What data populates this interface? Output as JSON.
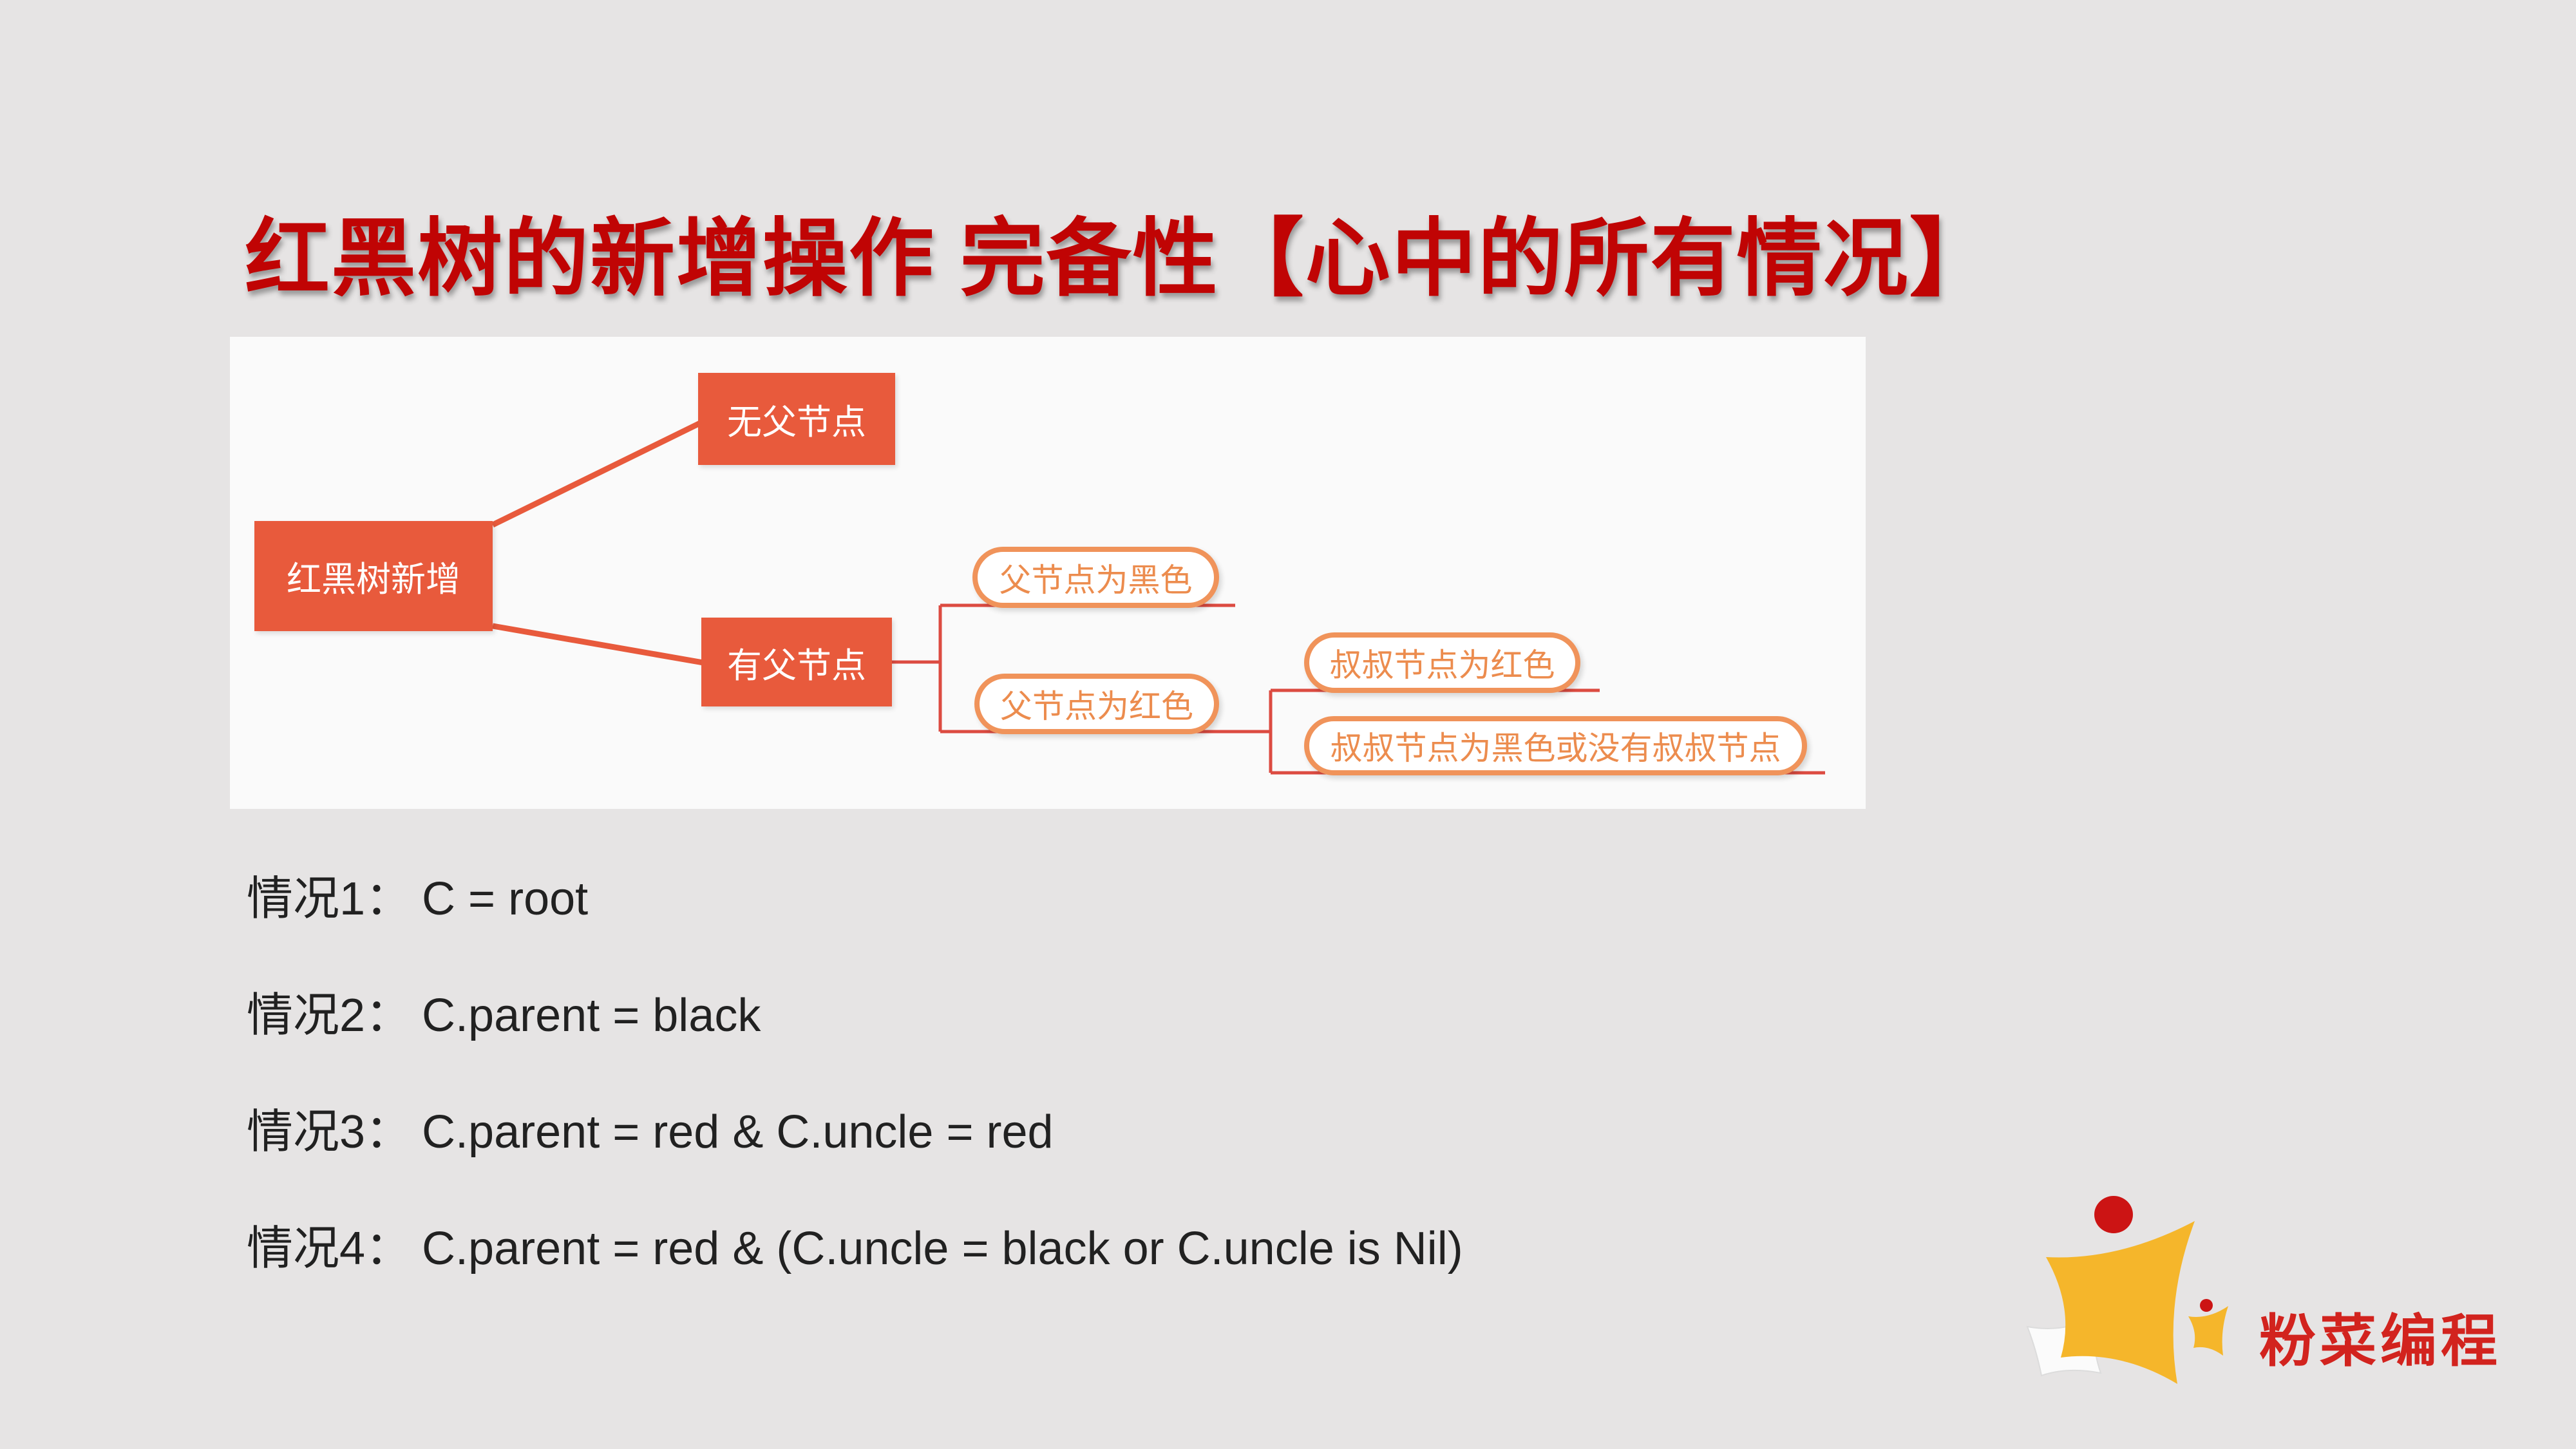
{
  "slide": {
    "title": "红黑树的新增操作 完备性【心中的所有情况】"
  },
  "diagram": {
    "root": {
      "label": "红黑树新增"
    },
    "level1": [
      {
        "label": "无父节点"
      },
      {
        "label": "有父节点"
      }
    ],
    "level2": [
      {
        "label": "父节点为黑色"
      },
      {
        "label": "父节点为红色"
      }
    ],
    "level3": [
      {
        "label": "叔叔节点为红色"
      },
      {
        "label": "叔叔节点为黑色或没有叔叔节点"
      }
    ]
  },
  "cases": [
    {
      "prefix": "情况1：",
      "formula": "C = root"
    },
    {
      "prefix": "情况2：",
      "formula": "C.parent = black"
    },
    {
      "prefix": "情况3：",
      "formula": "C.parent = red & C.uncle = red"
    },
    {
      "prefix": "情况4：",
      "formula": "C.parent = red & (C.uncle = black or C.uncle is Nil)"
    }
  ],
  "logo": {
    "text": "粉菜编程"
  },
  "colors": {
    "page_background": "#e6e4e4",
    "panel_background": "#fafafa",
    "title_red": "#c00404",
    "node_fill": "#e85a3c",
    "node_text": "#ffffff",
    "pill_border": "#f0935a",
    "pill_text": "#ec8c4e",
    "connector_red": "#dc4b41",
    "body_text": "#212121",
    "logo_gold": "#f5b62b",
    "logo_dot_red": "#cc1414",
    "logo_text_red": "#d2231e"
  }
}
